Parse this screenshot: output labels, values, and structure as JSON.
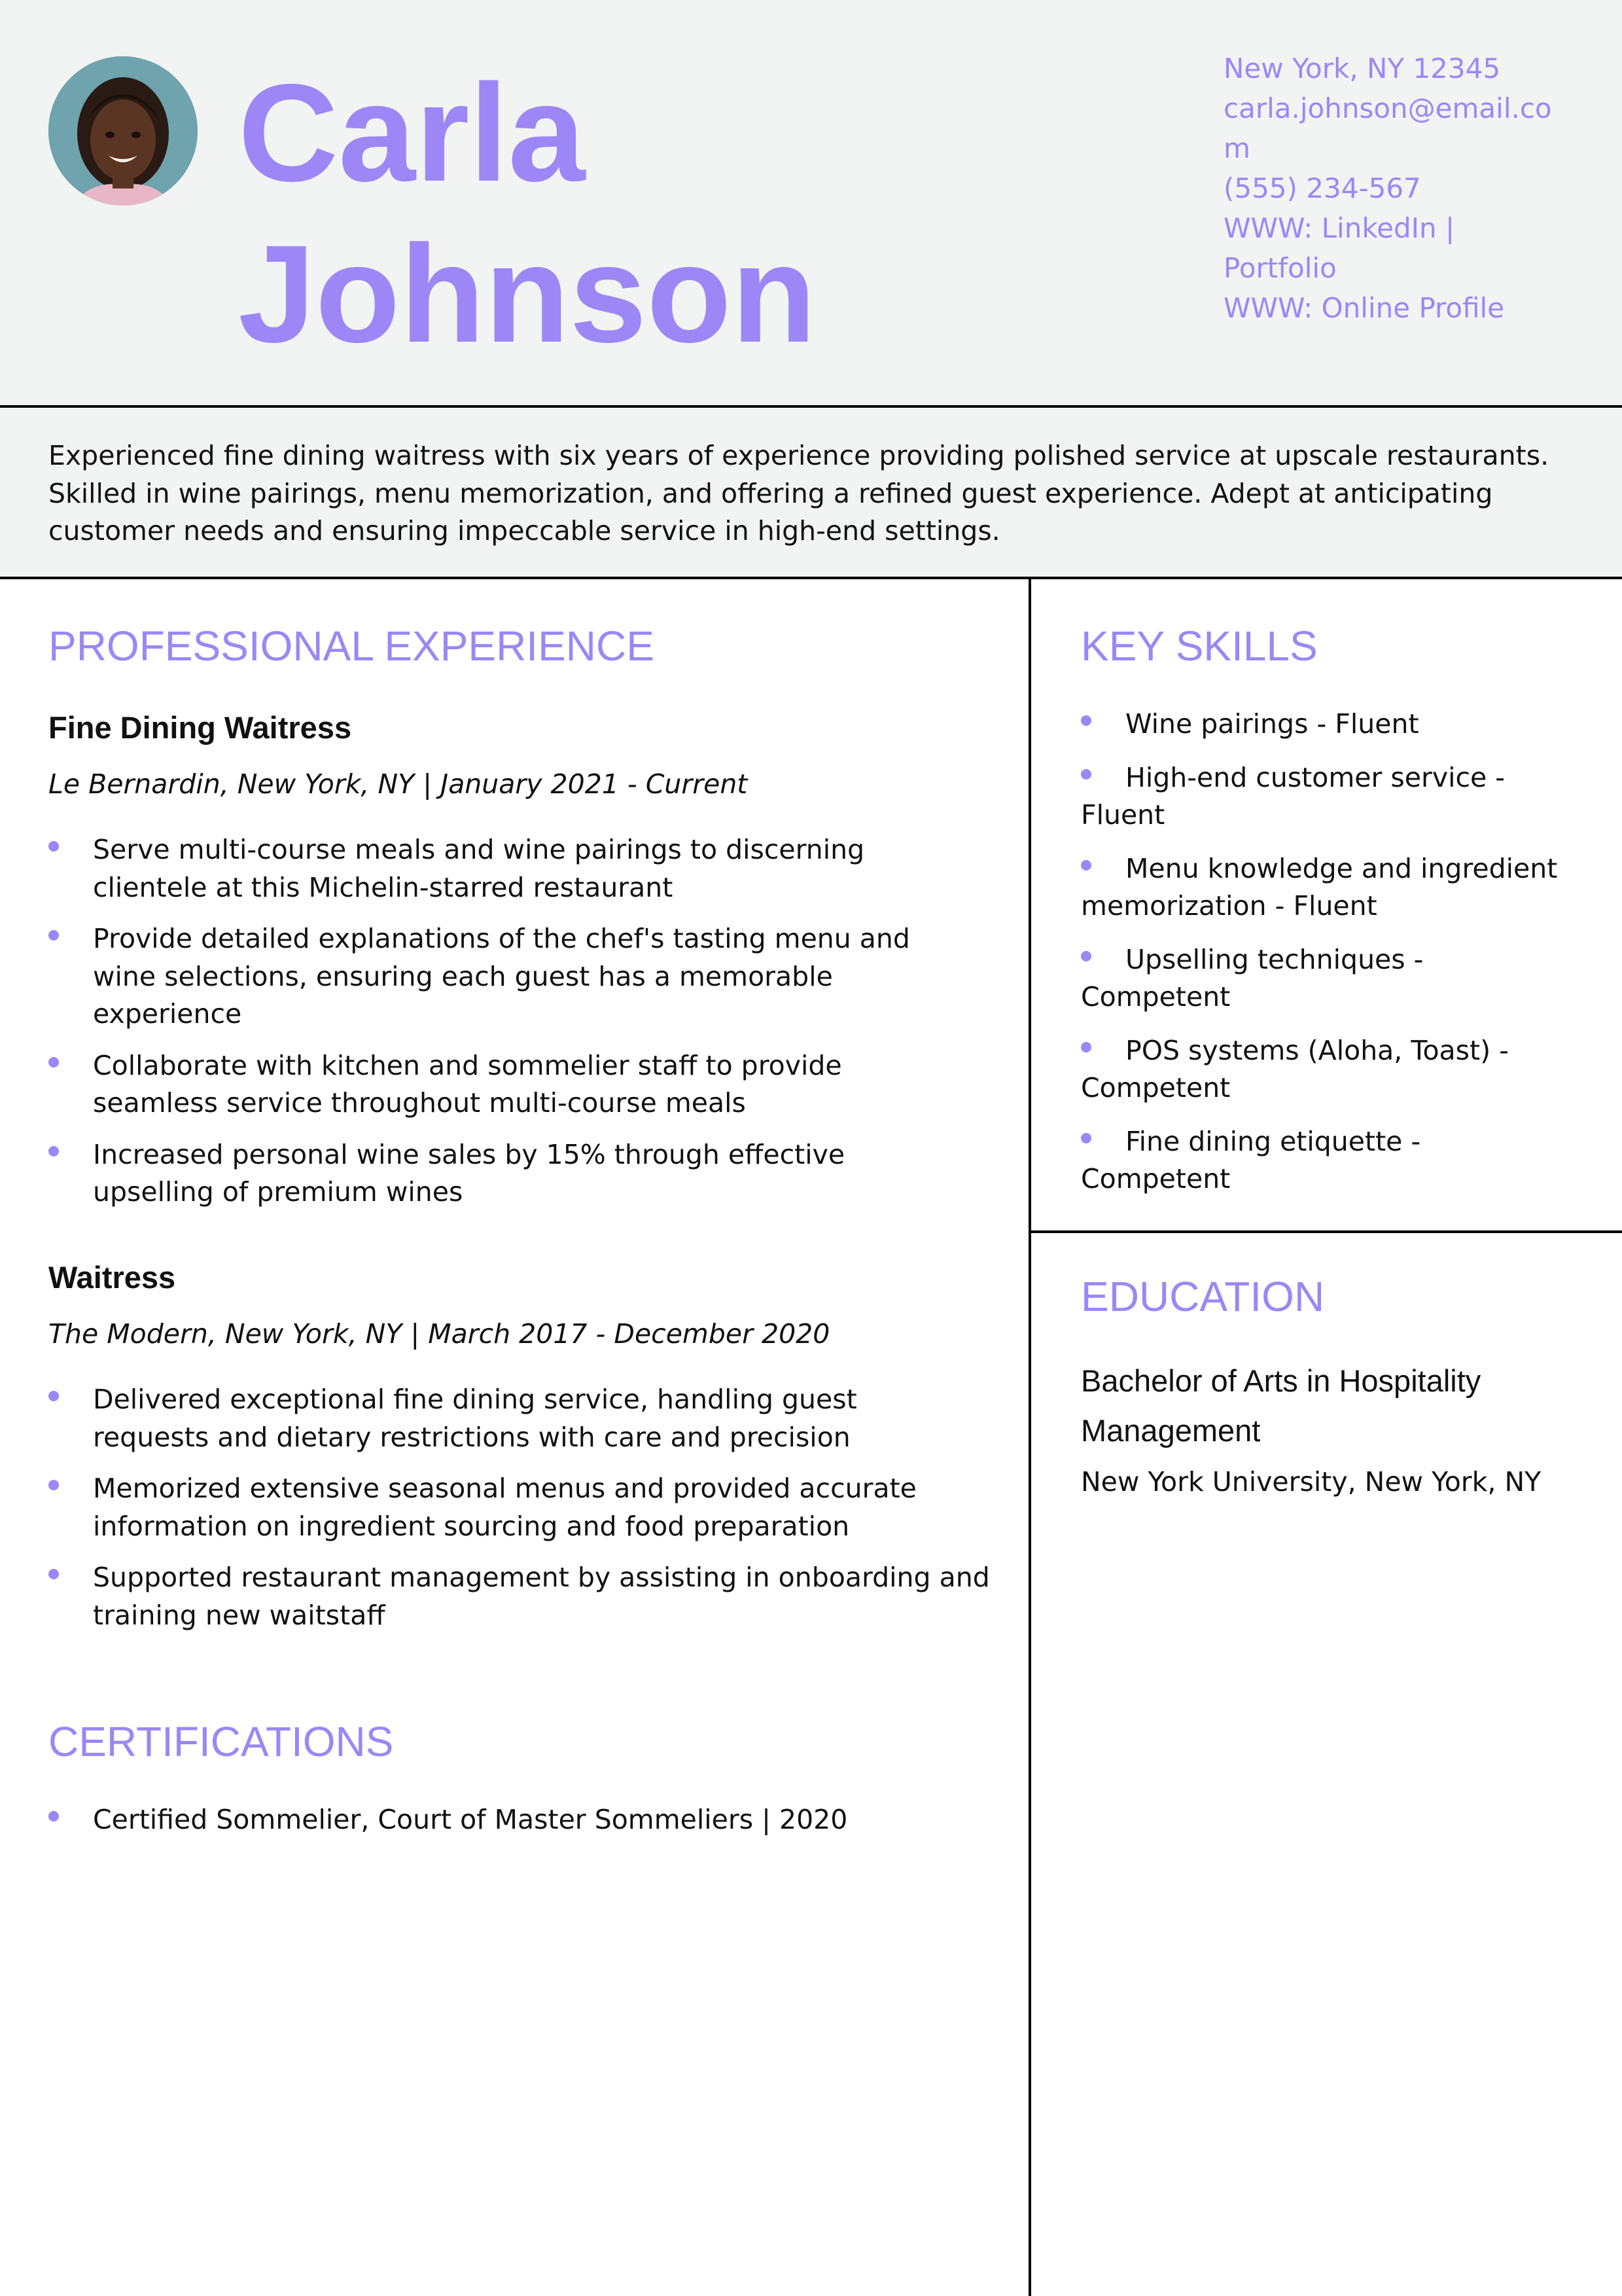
{
  "header": {
    "first_name": "Carla",
    "last_name": "Johnson",
    "photo_icon": "profile-photo",
    "contact": {
      "location": "New York, NY 12345",
      "email": "carla.johnson@email.com",
      "phone": "(555) 234-567",
      "links": "WWW: LinkedIn | Portfolio",
      "profile": "WWW: Online Profile"
    }
  },
  "summary": "Experienced fine dining waitress with six years of experience providing polished service at upscale restaurants. Skilled in wine pairings, menu memorization, and offering a refined guest experience. Adept at anticipating customer needs and ensuring impeccable service in high-end settings.",
  "experience": {
    "title": "PROFESSIONAL EXPERIENCE",
    "jobs": [
      {
        "role": "Fine Dining Waitress",
        "employer": "Le Bernardin",
        "location_dates": ", New York, NY | January 2021 - Current",
        "bullets": [
          "Serve multi-course meals and wine pairings to discerning clientele at this Michelin-starred restaurant",
          "Provide detailed explanations of the chef's tasting menu and wine selections, ensuring each guest has a memorable experience",
          "Collaborate with kitchen and sommelier staff to provide seamless service throughout multi-course meals",
          "Increased personal wine sales by 15% through effective upselling of premium wines"
        ]
      },
      {
        "role": "Waitress",
        "employer": "The Modern",
        "location_dates": ", New York, NY | March 2017 - December 2020",
        "bullets": [
          "Delivered exceptional fine dining service, handling guest requests and dietary restrictions with care and precision",
          "Memorized extensive seasonal menus and provided accurate information on ingredient sourcing and food preparation",
          "Supported restaurant management by assisting in onboarding and training new waitstaff"
        ]
      }
    ]
  },
  "certifications": {
    "title": "CERTIFICATIONS",
    "items": [
      "Certified Sommelier, Court of Master Sommeliers | 2020"
    ]
  },
  "skills": {
    "title": "KEY SKILLS",
    "items": [
      "Wine pairings - Fluent",
      "High-end customer service - Fluent",
      "Menu knowledge and ingredient memorization - Fluent",
      "Upselling techniques - Competent",
      "POS systems (Aloha, Toast) - Competent",
      "Fine dining etiquette - Competent"
    ]
  },
  "education": {
    "title": "EDUCATION",
    "degree": "Bachelor of Arts in Hospitality Management",
    "school": "New York University, New York, NY"
  },
  "colors": {
    "accent": "#9b87f5",
    "panel": "#f2f3f3",
    "text": "#111111",
    "rule": "#000000"
  }
}
